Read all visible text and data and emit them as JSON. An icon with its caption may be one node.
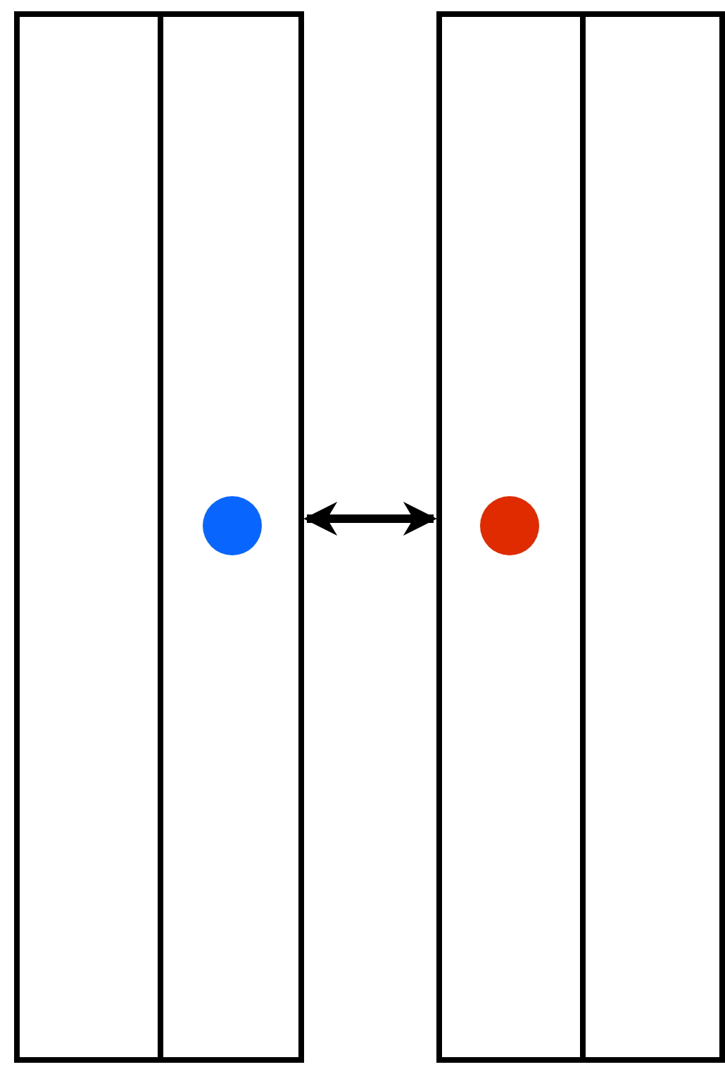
{
  "diagram": {
    "nodes": [
      {
        "text": [],
        "shape": "box"
      },
      {
        "text": [],
        "shape": "box"
      },
      {
        "text": [],
        "shape": "box"
      },
      {
        "text": [],
        "shape": "box"
      },
      {
        "text": [],
        "shape": "circle",
        "in": 1
      },
      {
        "text": [],
        "shape": "circle",
        "in": 2
      }
    ],
    "edges": [
      {
        "from": 1,
        "to": 2,
        "arrow": "both"
      }
    ]
  }
}
